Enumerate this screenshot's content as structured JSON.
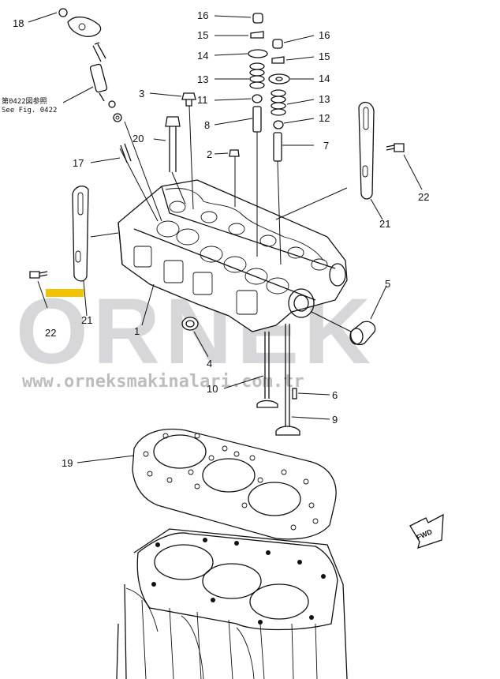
{
  "watermark": {
    "brand": "ORNEK",
    "url": "www.orneksmakinalari.com.tr",
    "accent_color": "#f3c200",
    "text_color": "#d7d7d9"
  },
  "reference_note": {
    "line1": "第0422図参照",
    "line2": "See Fig. 0422"
  },
  "fwd_label": "FWD",
  "callouts": [
    {
      "id": "c18",
      "text": "18"
    },
    {
      "id": "c16a",
      "text": "16"
    },
    {
      "id": "c15a",
      "text": "15"
    },
    {
      "id": "c16b",
      "text": "16"
    },
    {
      "id": "c14a",
      "text": "14"
    },
    {
      "id": "c15b",
      "text": "15"
    },
    {
      "id": "c13a",
      "text": "13"
    },
    {
      "id": "c14b",
      "text": "14"
    },
    {
      "id": "c3",
      "text": "3"
    },
    {
      "id": "c11",
      "text": "11"
    },
    {
      "id": "c13b",
      "text": "13"
    },
    {
      "id": "c8",
      "text": "8"
    },
    {
      "id": "c12",
      "text": "12"
    },
    {
      "id": "c20",
      "text": "20"
    },
    {
      "id": "c7",
      "text": "7"
    },
    {
      "id": "c2",
      "text": "2"
    },
    {
      "id": "c17",
      "text": "17"
    },
    {
      "id": "c22a",
      "text": "22"
    },
    {
      "id": "c21a",
      "text": "21"
    },
    {
      "id": "c5",
      "text": "5"
    },
    {
      "id": "c22b",
      "text": "22"
    },
    {
      "id": "c21b",
      "text": "21"
    },
    {
      "id": "c1",
      "text": "1"
    },
    {
      "id": "c4",
      "text": "4"
    },
    {
      "id": "c10",
      "text": "10"
    },
    {
      "id": "c6",
      "text": "6"
    },
    {
      "id": "c9",
      "text": "9"
    },
    {
      "id": "c19",
      "text": "19"
    }
  ]
}
